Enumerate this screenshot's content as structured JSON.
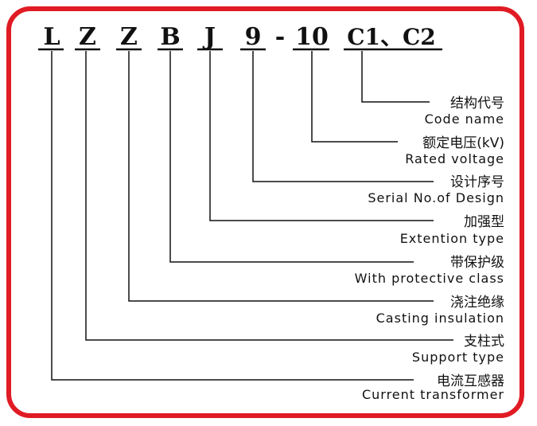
{
  "code": {
    "letters": [
      "L",
      "Z",
      "Z",
      "B",
      "J",
      "9",
      "10",
      "C1、C2"
    ],
    "separator": "-"
  },
  "labels": [
    {
      "cn": "结构代号",
      "en": "Code name"
    },
    {
      "cn": "额定电压(kV)",
      "en": "Rated voltage"
    },
    {
      "cn": "设计序号",
      "en": "Serial No.of Design"
    },
    {
      "cn": "加强型",
      "en": "Extention type"
    },
    {
      "cn": "带保护级",
      "en": "With protective class"
    },
    {
      "cn": "浇注绝缘",
      "en": "Casting insulation"
    },
    {
      "cn": "支柱式",
      "en": "Support type"
    },
    {
      "cn": "电流互感器",
      "en": "Current transformer"
    }
  ],
  "colors": {
    "border": "#e01b24",
    "ink": "#111111"
  }
}
